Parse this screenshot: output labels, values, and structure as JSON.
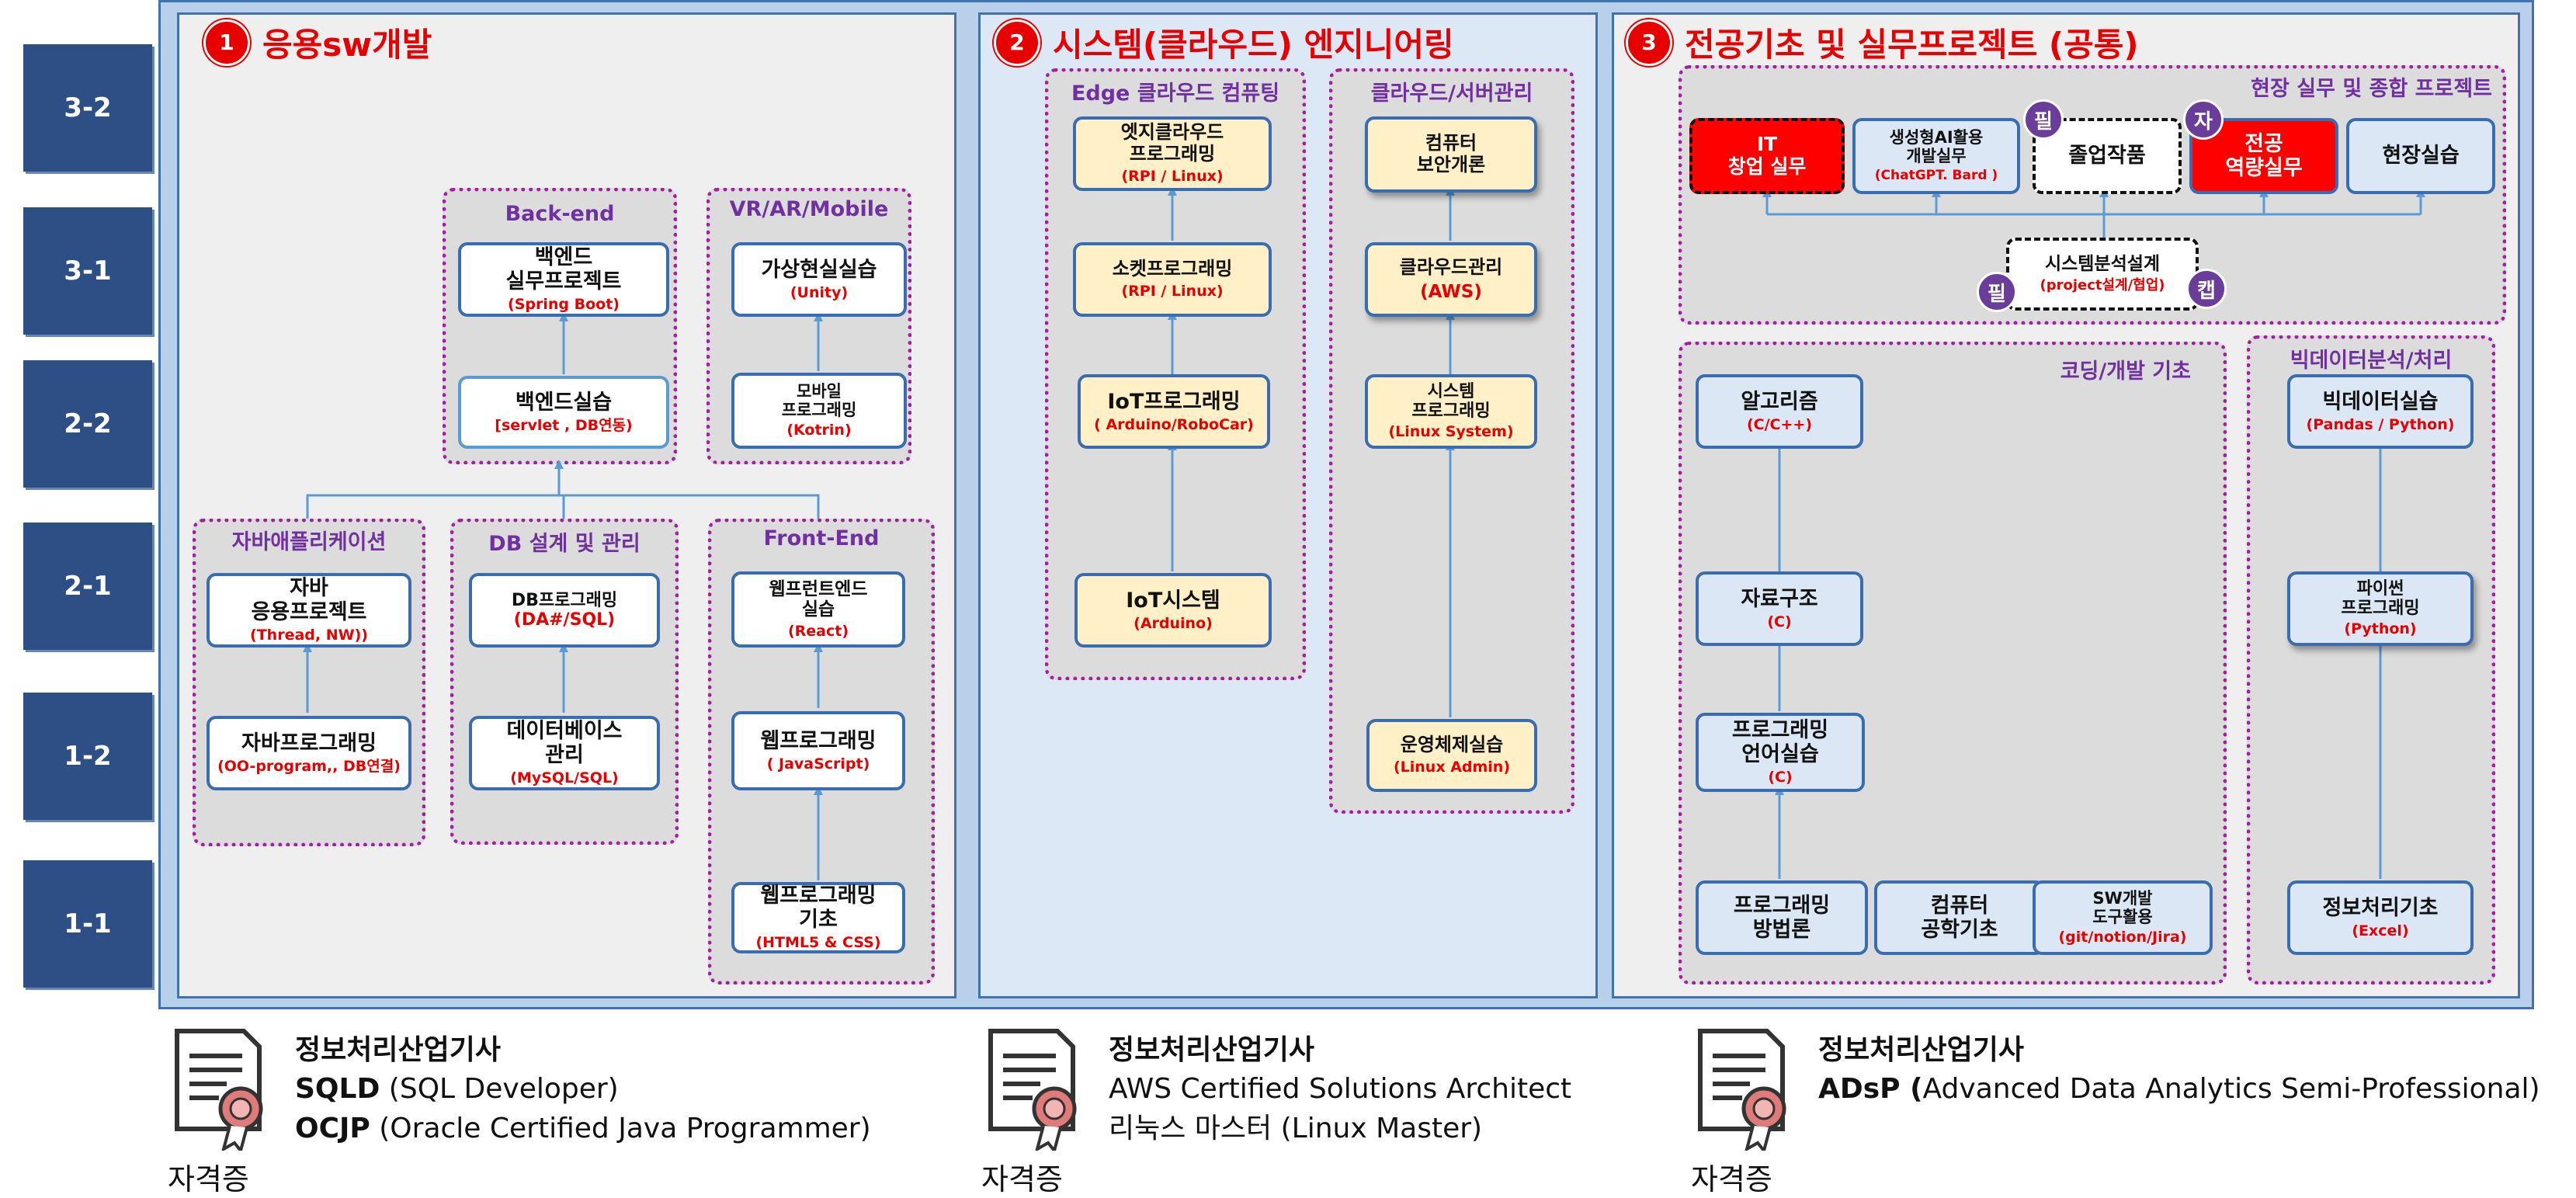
{
  "years": [
    "3-2",
    "3-1",
    "2-2",
    "2-1",
    "1-2",
    "1-1"
  ],
  "panels": [
    {
      "num": "1",
      "title": "응용sw개발"
    },
    {
      "num": "2",
      "title": "시스템(클라우드) 엔지니어링"
    },
    {
      "num": "3",
      "title": "전공기초 및 실무프로젝트 (공통)"
    }
  ],
  "p1": {
    "backend": {
      "title": "Back-end",
      "b1": {
        "main": "백엔드\n실무프로젝트",
        "sub": "(Spring Boot)"
      },
      "b2": {
        "main": "백엔드실습",
        "sub": "[servlet , DB연동)"
      }
    },
    "vr": {
      "title": "VR/AR/Mobile",
      "b1": {
        "main": "가상현실실습",
        "sub": "(Unity)"
      },
      "b2": {
        "main": "모바일\n프로그래밍",
        "sub": "(Kotrin)"
      }
    },
    "java": {
      "title": "자바애플리케이션",
      "b1": {
        "main": "자바\n응용프로젝트",
        "sub": "(Thread, NW))"
      },
      "b2": {
        "main": "자바프로그래밍",
        "sub": "(OO-program,, DB연결)"
      }
    },
    "db": {
      "title": "DB 설계 및 관리",
      "b1": {
        "main": "DB프로그래밍",
        "sub": "(DA#/SQL)"
      },
      "b2": {
        "main": "데이터베이스\n관리",
        "sub": "(MySQL/SQL)"
      }
    },
    "front": {
      "title": "Front-End",
      "b1": {
        "main": "웹프런트엔드\n실습",
        "sub": "(React)"
      },
      "b2": {
        "main": "웹프로그래밍",
        "sub": "( JavaScript)"
      },
      "b3": {
        "main": "웹프로그래밍\n기초",
        "sub": "(HTML5 & CSS)"
      }
    }
  },
  "p2": {
    "edge": {
      "title": "Edge 클라우드 컴퓨팅",
      "b1": {
        "main": "엣지클라우드\n프로그래밍",
        "sub": "(RPI / Linux)"
      },
      "b2": {
        "main": "소켓프로그래밍",
        "sub": "(RPI / Linux)"
      },
      "b3": {
        "main": "IoT프로그래밍",
        "sub": "( Arduino/RoboCar)"
      },
      "b4": {
        "main": "IoT시스템",
        "sub": "(Arduino)"
      }
    },
    "cloud": {
      "title": "클라우드/서버관리",
      "b1": {
        "main": "컴퓨터\n보안개론",
        "sub": ""
      },
      "b2": {
        "main": "클라우드관리",
        "sub": "(AWS)"
      },
      "b3": {
        "main": "시스템\n프로그래밍",
        "sub": "(Linux System)"
      },
      "b4": {
        "main": "운영체제실습",
        "sub": "(Linux Admin)"
      }
    }
  },
  "p3": {
    "field": {
      "title": "현장 실무 및 종합 프로젝트",
      "it": {
        "main": "IT\n창업 실무",
        "sub": ""
      },
      "gen": {
        "main": "생성형AI활용\n개발실무",
        "sub": "(ChatGPT. Bard )"
      },
      "grad": {
        "main": "졸업작품",
        "sub": ""
      },
      "major": {
        "main": "전공\n역량실무",
        "sub": ""
      },
      "site": {
        "main": "현장실습",
        "sub": ""
      },
      "sys": {
        "main": "시스템분석설계",
        "sub": "(project설계/협업)"
      },
      "badges": [
        "필",
        "자",
        "필",
        "캡"
      ]
    },
    "coding": {
      "title": "코딩/개발  기초",
      "algo": {
        "main": "알고리즘",
        "sub": "(C/C++)"
      },
      "ds": {
        "main": "자료구조",
        "sub": "(C)"
      },
      "lang": {
        "main": "프로그래밍\n언어실습",
        "sub": "(C)"
      },
      "method": {
        "main": "프로그래밍\n방법론",
        "sub": ""
      },
      "comp": {
        "main": "컴퓨터\n공학기초",
        "sub": ""
      },
      "sw": {
        "main": "SW개발\n도구활용",
        "sub": "(git/notion/Jira)"
      }
    },
    "bigdata": {
      "title": "빅데이터분석/처리",
      "b1": {
        "main": "빅데이터실습",
        "sub": "(Pandas / Python)"
      },
      "b2": {
        "main": "파이썬\n프로그래밍",
        "sub": "(Python)"
      },
      "b3": {
        "main": "정보처리기초",
        "sub": "(Excel)"
      }
    }
  },
  "certs": [
    {
      "label": "자격증",
      "l1": "정보처리산업기사",
      "l2b": "SQLD",
      "l2": " (SQL Developer)",
      "l3b": "OCJP",
      "l3": " (Oracle Certified Java Programmer)"
    },
    {
      "label": "자격증",
      "l1": "정보처리산업기사",
      "l2b": "",
      "l2": "AWS Certified Solutions Architect",
      "l3b": "",
      "l3": "리눅스 마스터 (Linux Master)"
    },
    {
      "label": "자격증",
      "l1": "정보처리산업기사",
      "l2b": "ADsP (",
      "l2": "Advanced Data Analytics Semi-Professional)",
      "l3b": "",
      "l3": ""
    }
  ],
  "colors": {
    "accent_red": "#e60000",
    "navy": "#2e4f86",
    "group_purple": "#a020a0",
    "line_blue": "#5b9bd5"
  }
}
